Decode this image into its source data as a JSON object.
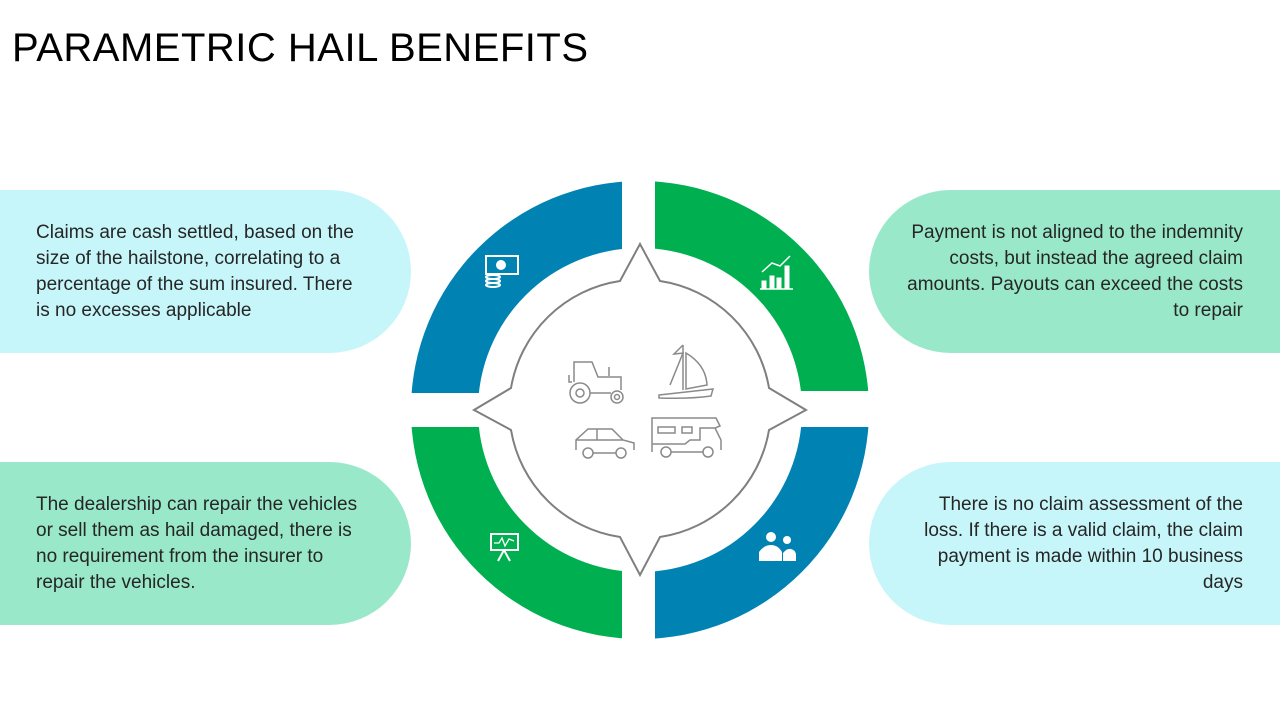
{
  "title": "PARAMETRIC HAIL BENEFITS",
  "colors": {
    "blue": "#0083b3",
    "green": "#00b050",
    "cyan_pill": "#c6f6f9",
    "mint_pill": "#99e8c9",
    "outline": "#7f7f7f"
  },
  "benefits": [
    {
      "position": "top-left",
      "icon": "money-coins-icon",
      "text": "Claims are cash settled, based on the size of the hailstone, correlating to a percentage of the sum insured. There is no excesses applicable"
    },
    {
      "position": "top-right",
      "icon": "chart-growth-icon",
      "text": "Payment is not aligned to the indemnity costs, but instead the agreed claim amounts. Payouts can exceed the costs to repair"
    },
    {
      "position": "bottom-left",
      "icon": "presentation-board-icon",
      "text": "The dealership can repair the vehicles or sell them as hail damaged, there is no requirement from the insurer to repair the vehicles."
    },
    {
      "position": "bottom-right",
      "icon": "people-icon",
      "text": "There is no claim assessment of the loss. If there is a valid claim, the claim payment is made within 10 business days"
    }
  ],
  "center_icons": [
    "tractor-icon",
    "sailboat-icon",
    "car-icon",
    "motorhome-icon"
  ]
}
